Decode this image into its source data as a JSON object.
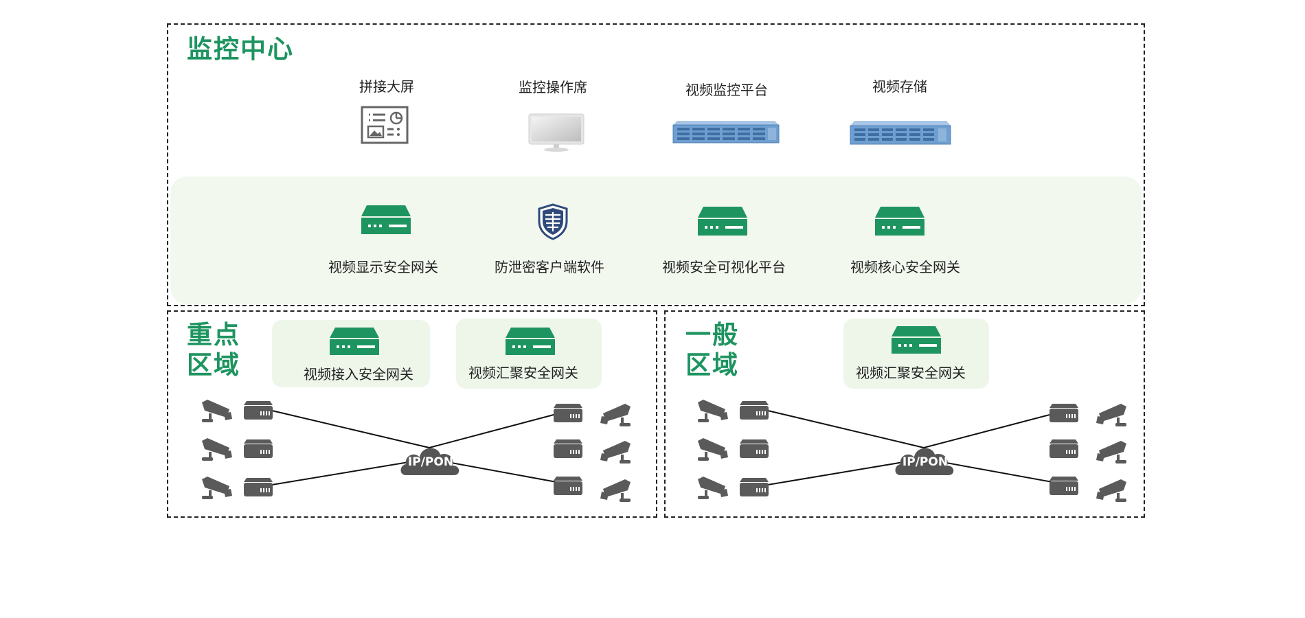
{
  "center": {
    "title": "监控中心",
    "devices": [
      {
        "label": "拼接大屏",
        "icon": "splice-screen-icon"
      },
      {
        "label": "监控操作席",
        "icon": "monitor-icon"
      },
      {
        "label": "视频监控平台",
        "icon": "server-rack-icon"
      },
      {
        "label": "视频存储",
        "icon": "storage-rack-icon"
      }
    ],
    "gateways": [
      {
        "label": "视频显示安全网关",
        "icon": "gateway-icon"
      },
      {
        "label": "防泄密客户端软件",
        "icon": "shield-icon"
      },
      {
        "label": "视频安全可视化平台",
        "icon": "gateway-icon"
      },
      {
        "label": "视频核心安全网关",
        "icon": "gateway-icon"
      }
    ]
  },
  "key_zone": {
    "title_line1": "重点",
    "title_line2": "区域",
    "gateways": [
      {
        "label": "视频接入安全网关",
        "icon": "gateway-icon"
      },
      {
        "label": "视频汇聚安全网关",
        "icon": "gateway-icon"
      }
    ],
    "network": "IP/PON"
  },
  "general_zone": {
    "title_line1": "一般",
    "title_line2": "区域",
    "gateways": [
      {
        "label": "视频汇聚安全网关",
        "icon": "gateway-icon"
      }
    ],
    "network": "IP/PON"
  },
  "colors": {
    "accent_green": "#1e9460",
    "band_bg": "#f2f8ee",
    "device_gray": "#5a5a5a",
    "rack_blue": "#6f9fd0"
  }
}
